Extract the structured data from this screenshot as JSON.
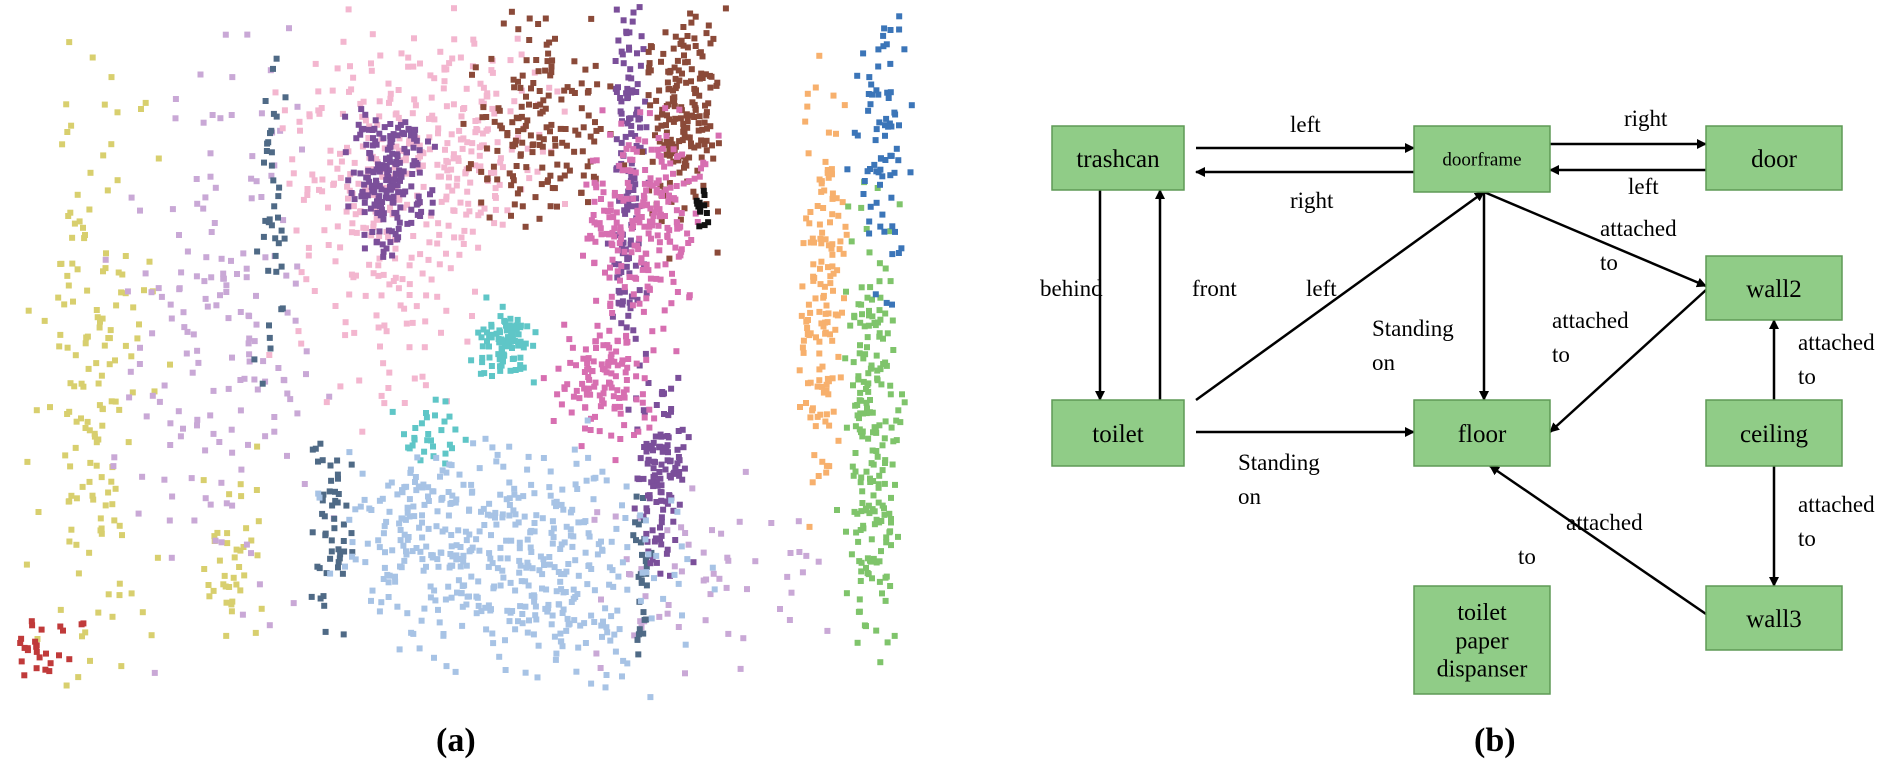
{
  "panel_a": {
    "caption": "(a)",
    "palette": [
      "#d8cf6e",
      "#c9a8d6",
      "#f3b6cf",
      "#4f6a86",
      "#7b4f9a",
      "#8b4a39",
      "#d76fb1",
      "#5fc6c7",
      "#a7c3e5",
      "#f7b06d",
      "#7fc46b",
      "#3b75b8",
      "#c03a3a",
      "#111111"
    ]
  },
  "panel_b": {
    "caption": "(b)",
    "colors": {
      "node_fill": "#90cc87",
      "node_stroke": "#5f9a56",
      "edge": "#000000"
    },
    "nodes": {
      "trashcan": "trashcan",
      "doorframe": "doorframe",
      "door": "door",
      "wall2": "wall2",
      "toilet": "toilet",
      "floor": "floor",
      "ceiling": "ceiling",
      "wall3": "wall3",
      "dispenser": [
        "toilet",
        "paper",
        "dispanser"
      ]
    },
    "edges": [
      {
        "from": "trashcan",
        "to": "doorframe",
        "label": [
          "left"
        ]
      },
      {
        "from": "doorframe",
        "to": "trashcan",
        "label": [
          "right"
        ]
      },
      {
        "from": "doorframe",
        "to": "door",
        "label": [
          "right"
        ]
      },
      {
        "from": "door",
        "to": "doorframe",
        "label": [
          "left"
        ]
      },
      {
        "from": "trashcan",
        "to": "toilet",
        "label": [
          "behind"
        ]
      },
      {
        "from": "toilet",
        "to": "trashcan",
        "label": [
          "front"
        ]
      },
      {
        "from": "toilet",
        "to": "doorframe",
        "label": [
          "left"
        ]
      },
      {
        "from": "doorframe",
        "to": "floor",
        "label": [
          "Standing",
          "on"
        ]
      },
      {
        "from": "doorframe",
        "to": "wall2",
        "label": [
          "attached",
          "to"
        ]
      },
      {
        "from": "wall2",
        "to": "floor",
        "label": [
          "attached",
          "to"
        ]
      },
      {
        "from": "toilet",
        "to": "floor",
        "label": [
          "Standing",
          "on"
        ]
      },
      {
        "from": "ceiling",
        "to": "wall2",
        "label": [
          "attached",
          "to"
        ]
      },
      {
        "from": "ceiling",
        "to": "wall3",
        "label": [
          "attached",
          "to"
        ]
      },
      {
        "from": "wall3",
        "to": "floor",
        "label": [
          "attached",
          "to"
        ]
      }
    ]
  }
}
